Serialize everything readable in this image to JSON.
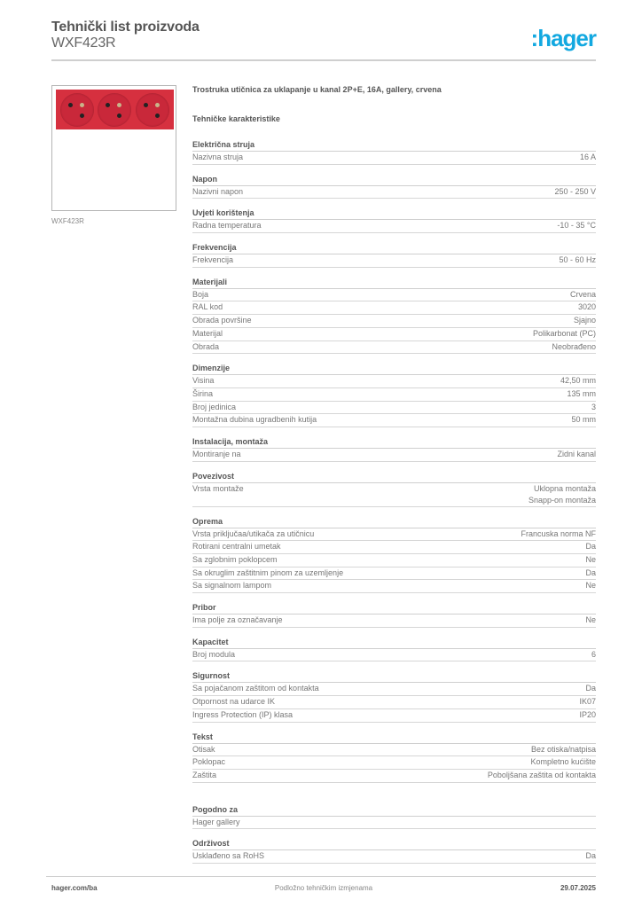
{
  "header": {
    "title": "Tehnički list proizvoda",
    "product_code": "WXF423R",
    "logo": ":hager",
    "logo_color": "#12a8e0"
  },
  "image": {
    "caption": "WXF423R",
    "socket_color": "#d6303f"
  },
  "main": {
    "description": "Trostruka utičnica za uklapanje u kanal 2P+E, 16A, gallery, crvena",
    "section_title": "Tehničke karakteristike",
    "groups": [
      {
        "title": "Električna struja",
        "rows": [
          {
            "label": "Nazivna struja",
            "value": "16 A"
          }
        ]
      },
      {
        "title": "Napon",
        "rows": [
          {
            "label": "Nazivni napon",
            "value": "250 - 250 V"
          }
        ]
      },
      {
        "title": "Uvjeti korištenja",
        "rows": [
          {
            "label": "Radna temperatura",
            "value": "-10 - 35 °C"
          }
        ]
      },
      {
        "title": "Frekvencija",
        "rows": [
          {
            "label": "Frekvencija",
            "value": "50 - 60 Hz"
          }
        ]
      },
      {
        "title": "Materijali",
        "rows": [
          {
            "label": "Boja",
            "value": "Crvena"
          },
          {
            "label": "RAL kod",
            "value": "3020"
          },
          {
            "label": "Obrada površine",
            "value": "Sjajno"
          },
          {
            "label": "Materijal",
            "value": "Polikarbonat (PC)"
          },
          {
            "label": "Obrada",
            "value": "Neobrađeno"
          }
        ]
      },
      {
        "title": "Dimenzije",
        "rows": [
          {
            "label": "Visina",
            "value": "42,50 mm"
          },
          {
            "label": "Širina",
            "value": "135 mm"
          },
          {
            "label": "Broj jedinica",
            "value": "3"
          },
          {
            "label": "Montažna dubina ugradbenih kutija",
            "value": "50 mm"
          }
        ]
      },
      {
        "title": "Instalacija, montaža",
        "rows": [
          {
            "label": "Montiranje na",
            "value": "Zidni kanal"
          }
        ]
      },
      {
        "title": "Povezivost",
        "rows": [
          {
            "label": "Vrsta montaže",
            "value": "Uklopna montaža",
            "value2": "Snapp-on montaža"
          }
        ]
      },
      {
        "title": "Oprema",
        "rows": [
          {
            "label": "Vrsta priključaa/utikača za utičnicu",
            "value": "Francuska norma NF"
          },
          {
            "label": "Rotirani centralni umetak",
            "value": "Da"
          },
          {
            "label": "Sa zglobnim poklopcem",
            "value": "Ne"
          },
          {
            "label": "Sa okruglim zaštitnim pinom za uzemljenje",
            "value": "Da"
          },
          {
            "label": "Sa signalnom lampom",
            "value": "Ne"
          }
        ]
      },
      {
        "title": "Pribor",
        "rows": [
          {
            "label": "Ima polje za označavanje",
            "value": "Ne"
          }
        ]
      },
      {
        "title": "Kapacitet",
        "rows": [
          {
            "label": "Broj modula",
            "value": "6"
          }
        ]
      },
      {
        "title": "Sigurnost",
        "rows": [
          {
            "label": "Sa pojačanom zaštitom od kontakta",
            "value": "Da"
          },
          {
            "label": "Otpornost na udarce IK",
            "value": "IK07"
          },
          {
            "label": "Ingress Protection (IP) klasa",
            "value": "IP20"
          }
        ]
      },
      {
        "title": "Tekst",
        "rows": [
          {
            "label": "Otisak",
            "value": "Bez otiska/natpisa"
          },
          {
            "label": "Poklopac",
            "value": "Kompletno kućište"
          },
          {
            "label": "Zaštita",
            "value": "Poboljšana zaštita od kontakta"
          }
        ]
      }
    ],
    "extra_groups": [
      {
        "title": "Pogodno za",
        "rows": [
          {
            "label": "Hager gallery",
            "value": ""
          }
        ]
      },
      {
        "title": "Održivost",
        "rows": [
          {
            "label": "Usklađeno sa RoHS",
            "value": "Da"
          }
        ]
      }
    ]
  },
  "footer": {
    "website": "hager.com/ba",
    "note": "Podložno tehničkim izmjenama",
    "date": "29.07.2025"
  }
}
